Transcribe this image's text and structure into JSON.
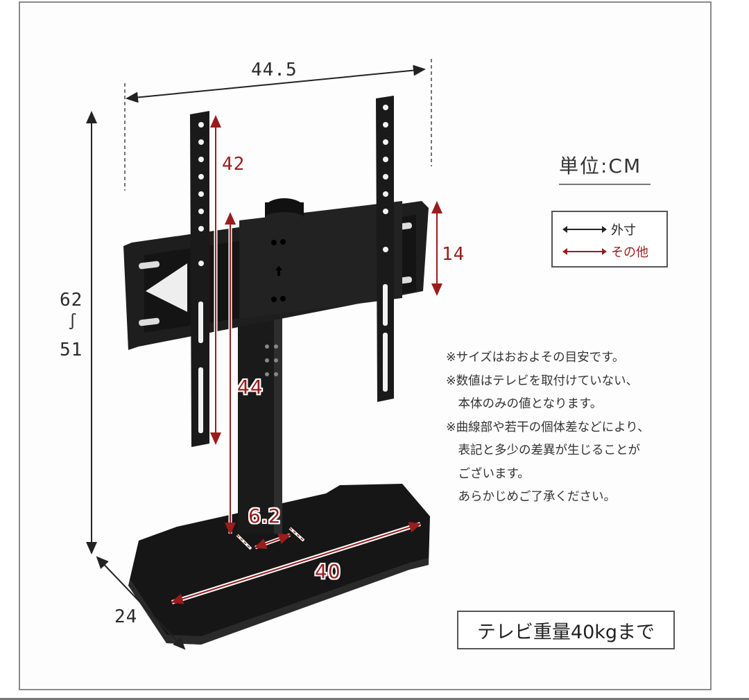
{
  "diagram": {
    "subject": "TV stand (tabletop) dimension diagram",
    "unit_label": "単位:CM",
    "legend": {
      "items": [
        {
          "label": "外寸",
          "color": "#222222",
          "meaning": "outer dimensions"
        },
        {
          "label": "その他",
          "color": "#9b1c1c",
          "meaning": "other dimensions"
        }
      ]
    },
    "dimensions": {
      "width_top": "44.5",
      "height_range_top": "62",
      "height_range_sep": "∫",
      "height_range_bottom": "51",
      "depth": "24",
      "bracket_height": "42",
      "crossbar_height": "14",
      "pole_height": "44",
      "pole_width": "6.2",
      "base_width": "40"
    },
    "notes": [
      "※サイズはおおよその目安です。",
      "※数値はテレビを取付けていない、",
      "　本体のみの値となります。",
      "※曲線部や若干の個体差などにより、",
      "　表記と多少の差異が生じることが",
      "　ございます。",
      "　あらかじめご了承ください。"
    ],
    "weight_limit": "テレビ重量40kgまで",
    "colors": {
      "outer_dim": "#222222",
      "other_dim": "#9b1c1c",
      "frame": "#8a8a8a",
      "product": "#1b1b1b"
    }
  }
}
